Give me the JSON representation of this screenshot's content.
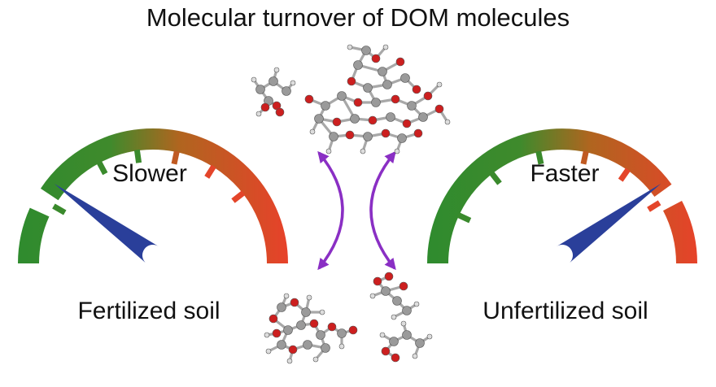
{
  "title": "Molecular turnover of DOM molecules",
  "gauges": {
    "left": {
      "speed_label": "Slower",
      "soil_label": "Fertilized soil",
      "needle_level": 0.2
    },
    "right": {
      "speed_label": "Faster",
      "soil_label": "Unfertilized soil",
      "needle_level": 0.8
    }
  },
  "colors": {
    "gauge_low": "#2e8b2e",
    "gauge_mid": "#b0651f",
    "gauge_high": "#e8412a",
    "needle": "#2a3f9a",
    "arrows": "#8a2fc4",
    "oxygen_atom": "#cc1f1f",
    "carbon_atom": "#9a9a9a",
    "hydrogen_atom": "#dddddd"
  },
  "icons": [
    "speedometer-gauge-icon",
    "needle-icon",
    "molecule-cluster-icon",
    "double-arrow-icon"
  ]
}
